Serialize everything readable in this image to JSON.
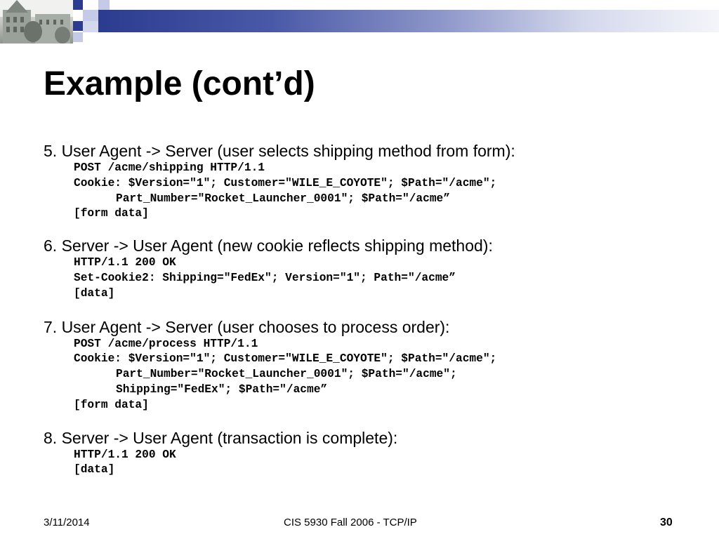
{
  "slide": {
    "title": "Example (cont’d)",
    "steps": [
      {
        "label": "5. User Agent -> Server (user selects shipping method from form):",
        "code": [
          {
            "text": "POST /acme/shipping HTTP/1.1",
            "indent": 0
          },
          {
            "text": "Cookie: $Version=\"1\"; Customer=\"WILE_E_COYOTE\"; $Path=\"/acme\";",
            "indent": 0
          },
          {
            "text": "Part_Number=\"Rocket_Launcher_0001\"; $Path=\"/acme”",
            "indent": 1
          },
          {
            "text": "[form data]",
            "indent": 0
          }
        ]
      },
      {
        "label": "6. Server -> User Agent (new cookie reflects shipping method):",
        "code": [
          {
            "text": "HTTP/1.1 200 OK",
            "indent": 0
          },
          {
            "text": "Set-Cookie2: Shipping=\"FedEx\"; Version=\"1\"; Path=\"/acme”",
            "indent": 0
          },
          {
            "text": "[data]",
            "indent": 0
          }
        ]
      },
      {
        "label": "7. User Agent -> Server (user chooses to process order):",
        "code": [
          {
            "text": "POST /acme/process HTTP/1.1",
            "indent": 0
          },
          {
            "text": "Cookie: $Version=\"1\"; Customer=\"WILE_E_COYOTE\"; $Path=\"/acme\";",
            "indent": 0
          },
          {
            "text": "Part_Number=\"Rocket_Launcher_0001\"; $Path=\"/acme\";",
            "indent": 1
          },
          {
            "text": "Shipping=\"FedEx\"; $Path=\"/acme”",
            "indent": 1
          },
          {
            "text": "[form data]",
            "indent": 0
          }
        ]
      },
      {
        "label": "8. Server -> User Agent (transaction is complete):",
        "code": [
          {
            "text": "HTTP/1.1 200 OK",
            "indent": 0
          },
          {
            "text": "[data]",
            "indent": 0
          }
        ]
      }
    ]
  },
  "footer": {
    "date": "3/11/2014",
    "course": "CIS 5930 Fall 2006 - TCP/IP",
    "page": "30"
  },
  "theme": {
    "header_bar_start": "#2b3b8f",
    "square_dark": "#2b3b8f",
    "square_light": "#c5cae6"
  }
}
